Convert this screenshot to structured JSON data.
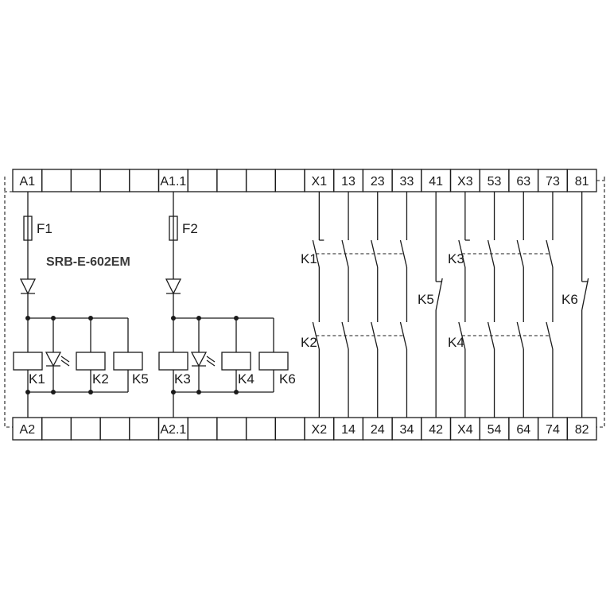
{
  "title": "SRB-E-602EM",
  "top_terminals": [
    "A1",
    "",
    "",
    "",
    "",
    "A1.1",
    "",
    "",
    "",
    "",
    "X1",
    "13",
    "23",
    "33",
    "41",
    "X3",
    "53",
    "63",
    "73",
    "81"
  ],
  "bottom_terminals": [
    "A2",
    "",
    "",
    "",
    "",
    "A2.1",
    "",
    "",
    "",
    "",
    "X2",
    "14",
    "24",
    "34",
    "42",
    "X4",
    "54",
    "64",
    "74",
    "82"
  ],
  "fuses": [
    "F1",
    "F2"
  ],
  "coils": [
    "K1",
    "K2",
    "K5",
    "K3",
    "K4",
    "K6"
  ],
  "contact_labels": [
    "K1",
    "K2",
    "K3",
    "K4",
    "K5",
    "K6"
  ],
  "colors": {
    "line": "#1a1a1a",
    "title": "#3a3a3a",
    "background": "#ffffff"
  }
}
